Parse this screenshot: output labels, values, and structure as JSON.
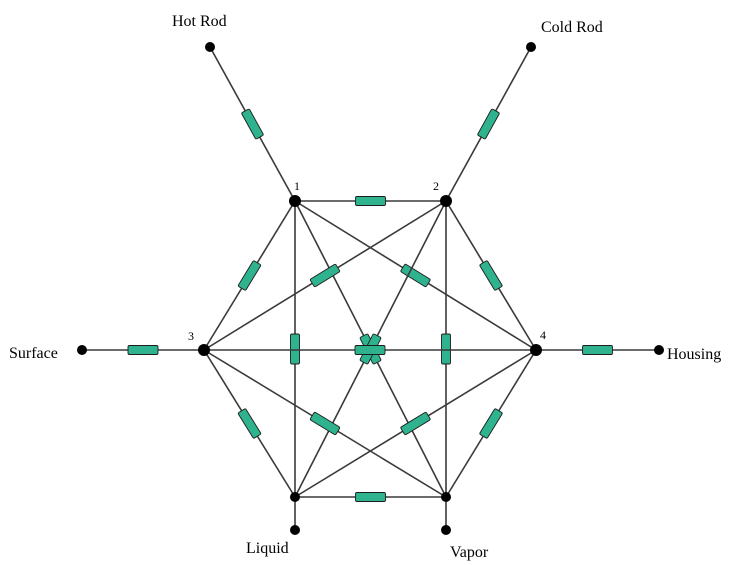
{
  "diagram": {
    "nodes": [
      {
        "id": "hot_rod",
        "label": "Hot Rod"
      },
      {
        "id": "cold_rod",
        "label": "Cold Rod"
      },
      {
        "id": "n1",
        "label": "1"
      },
      {
        "id": "n2",
        "label": "2"
      },
      {
        "id": "n3",
        "label": "3"
      },
      {
        "id": "n4",
        "label": "4"
      },
      {
        "id": "surface",
        "label": "Surface"
      },
      {
        "id": "housing",
        "label": "Housing"
      },
      {
        "id": "liquid",
        "label": "Liquid"
      },
      {
        "id": "vapor",
        "label": "Vapor"
      }
    ],
    "edges": [
      {
        "from": "hot_rod",
        "to": "n1",
        "resistor": true
      },
      {
        "from": "cold_rod",
        "to": "n2",
        "resistor": true
      },
      {
        "from": "surface",
        "to": "n3",
        "resistor": true
      },
      {
        "from": "n4",
        "to": "housing",
        "resistor": true
      },
      {
        "from": "liquid",
        "to": "liquid_terminal",
        "resistor": false
      },
      {
        "from": "vapor",
        "to": "vapor_terminal",
        "resistor": false
      },
      {
        "from": "n1",
        "to": "n2",
        "resistor": true
      },
      {
        "from": "n1",
        "to": "n3",
        "resistor": true
      },
      {
        "from": "n1",
        "to": "liquid",
        "resistor": true
      },
      {
        "from": "n1",
        "to": "vapor",
        "resistor": true
      },
      {
        "from": "n1",
        "to": "n4",
        "resistor": true
      },
      {
        "from": "n2",
        "to": "n4",
        "resistor": true
      },
      {
        "from": "n2",
        "to": "vapor",
        "resistor": true
      },
      {
        "from": "n2",
        "to": "liquid",
        "resistor": true
      },
      {
        "from": "n2",
        "to": "n3",
        "resistor": true
      },
      {
        "from": "n3",
        "to": "n4",
        "resistor": true
      },
      {
        "from": "n3",
        "to": "liquid",
        "resistor": true
      },
      {
        "from": "n3",
        "to": "vapor",
        "resistor": true
      },
      {
        "from": "n4",
        "to": "vapor",
        "resistor": true
      },
      {
        "from": "n4",
        "to": "liquid",
        "resistor": true
      },
      {
        "from": "liquid",
        "to": "vapor",
        "resistor": true
      }
    ],
    "colors": {
      "resistor": "#2fb38f",
      "line": "#3a3a3a",
      "node": "#000000"
    }
  }
}
